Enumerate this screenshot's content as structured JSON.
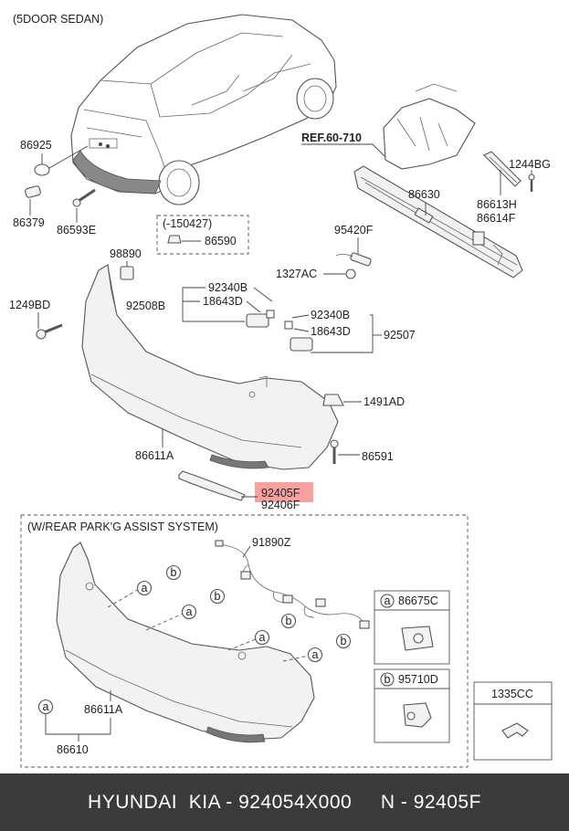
{
  "header": {
    "variant": "(5DOOR SEDAN)",
    "ref": "REF.60-710"
  },
  "labels": {
    "p86925": "86925",
    "p86379": "86379",
    "p86593E": "86593E",
    "date": "(-150427)",
    "p86590": "86590",
    "p98890": "98890",
    "p1249BD": "1249BD",
    "p92508B": "92508B",
    "p92340B_a": "92340B",
    "p18643D_a": "18643D",
    "p92340B_b": "92340B",
    "p18643D_b": "18643D",
    "p92507": "92507",
    "p95420F": "95420F",
    "p1327AC": "1327AC",
    "p86630": "86630",
    "p1244BG": "1244BG",
    "p86613H": "86613H",
    "p86614F": "86614F",
    "p1491AD": "1491AD",
    "p86611A": "86611A",
    "p86591": "86591",
    "p92405F": "92405F",
    "p92406F": "92406F"
  },
  "assist": {
    "title": "(W/REAR PARK'G ASSIST SYSTEM)",
    "p91890Z": "91890Z",
    "p86611A": "86611A",
    "p86610": "86610",
    "key_a": "a",
    "key_b": "b",
    "legend_a": "86675C",
    "legend_b": "95710D",
    "p1335CC": "1335CC"
  },
  "footer": {
    "brand": "HYUNDAI  KIA - 924054X000",
    "part": "N - 92405F"
  },
  "colors": {
    "highlight": "#f6a0a0",
    "footer_bg": "#3a3a3a"
  }
}
